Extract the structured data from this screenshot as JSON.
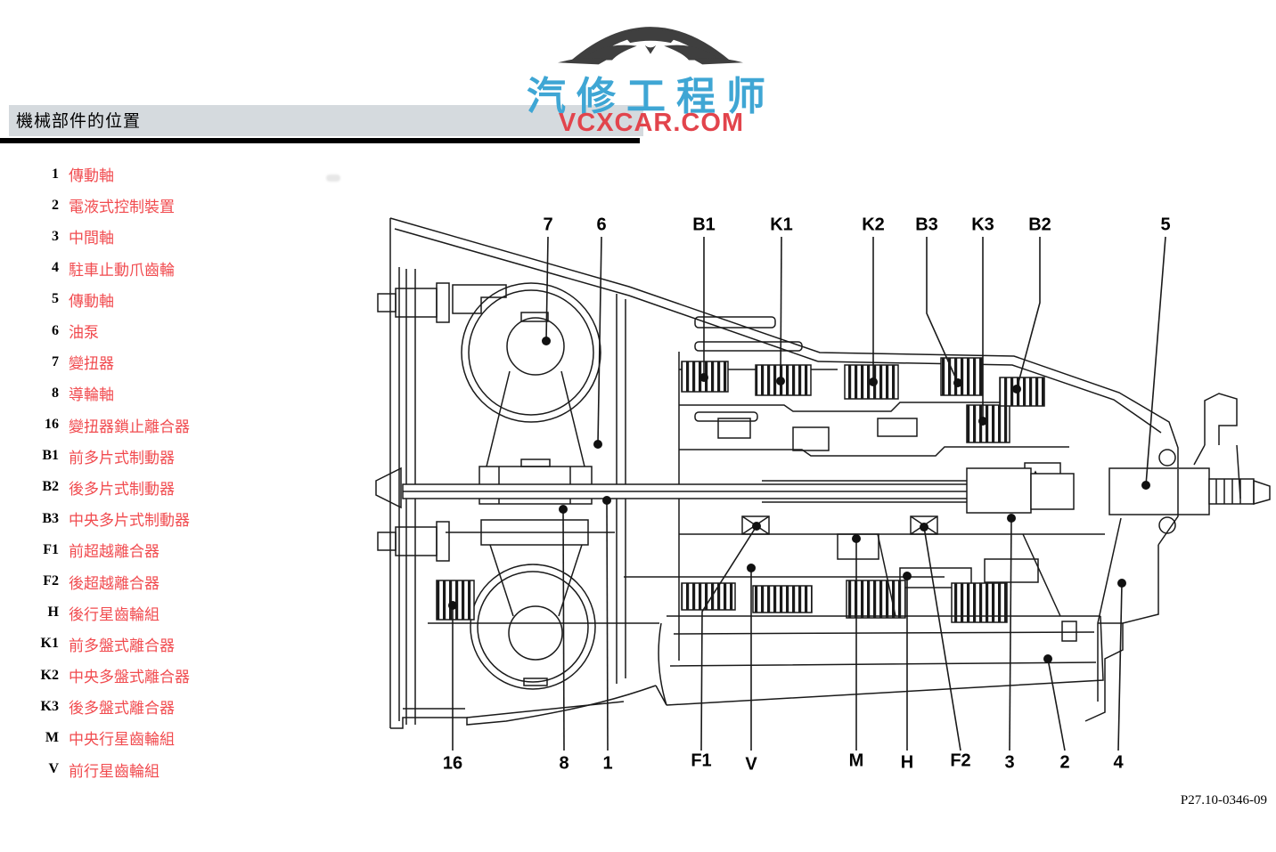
{
  "page": {
    "title": "機械部件的位置",
    "doc_number": "P27.10-0346-09"
  },
  "logo": {
    "brand_cn": "汽修工程师",
    "brand_url": "VCXCAR.COM",
    "icon": "car-logo-icon",
    "colors": {
      "car": "#3f3f3f",
      "brand_blue": "#3fa6d4",
      "brand_red": "#e2444c"
    }
  },
  "colors": {
    "header_bar": "#d5dade",
    "legend_red": "#f14b4f",
    "line_black": "#1a1a1a"
  },
  "legend": {
    "items": [
      {
        "key": "1",
        "label": "傳動軸"
      },
      {
        "key": "2",
        "label": "電液式控制裝置"
      },
      {
        "key": "3",
        "label": "中間軸"
      },
      {
        "key": "4",
        "label": "駐車止動爪齒輪"
      },
      {
        "key": "5",
        "label": "傳動軸"
      },
      {
        "key": "6",
        "label": "油泵"
      },
      {
        "key": "7",
        "label": "變扭器"
      },
      {
        "key": "8",
        "label": "導輪軸"
      },
      {
        "key": "16",
        "label": "變扭器鎖止離合器"
      },
      {
        "key": "B1",
        "label": "前多片式制動器"
      },
      {
        "key": "B2",
        "label": "後多片式制動器"
      },
      {
        "key": "B3",
        "label": "中央多片式制動器"
      },
      {
        "key": "F1",
        "label": "前超越離合器"
      },
      {
        "key": "F2",
        "label": "後超越離合器"
      },
      {
        "key": "H",
        "label": "後行星齒輪組"
      },
      {
        "key": "K1",
        "label": "前多盤式離合器"
      },
      {
        "key": "K2",
        "label": "中央多盤式離合器"
      },
      {
        "key": "K3",
        "label": "後多盤式離合器"
      },
      {
        "key": "M",
        "label": "中央行星齒輪組"
      },
      {
        "key": "V",
        "label": "前行星齒輪組"
      }
    ]
  },
  "diagram": {
    "callouts": [
      {
        "label": "7"
      },
      {
        "label": "6"
      },
      {
        "label": "B1"
      },
      {
        "label": "K1"
      },
      {
        "label": "K2"
      },
      {
        "label": "B3"
      },
      {
        "label": "K3"
      },
      {
        "label": "B2"
      },
      {
        "label": "5"
      },
      {
        "label": "16"
      },
      {
        "label": "8"
      },
      {
        "label": "1"
      },
      {
        "label": "F1"
      },
      {
        "label": "V"
      },
      {
        "label": "M"
      },
      {
        "label": "H"
      },
      {
        "label": "F2"
      },
      {
        "label": "3"
      },
      {
        "label": "2"
      },
      {
        "label": "4"
      }
    ]
  }
}
